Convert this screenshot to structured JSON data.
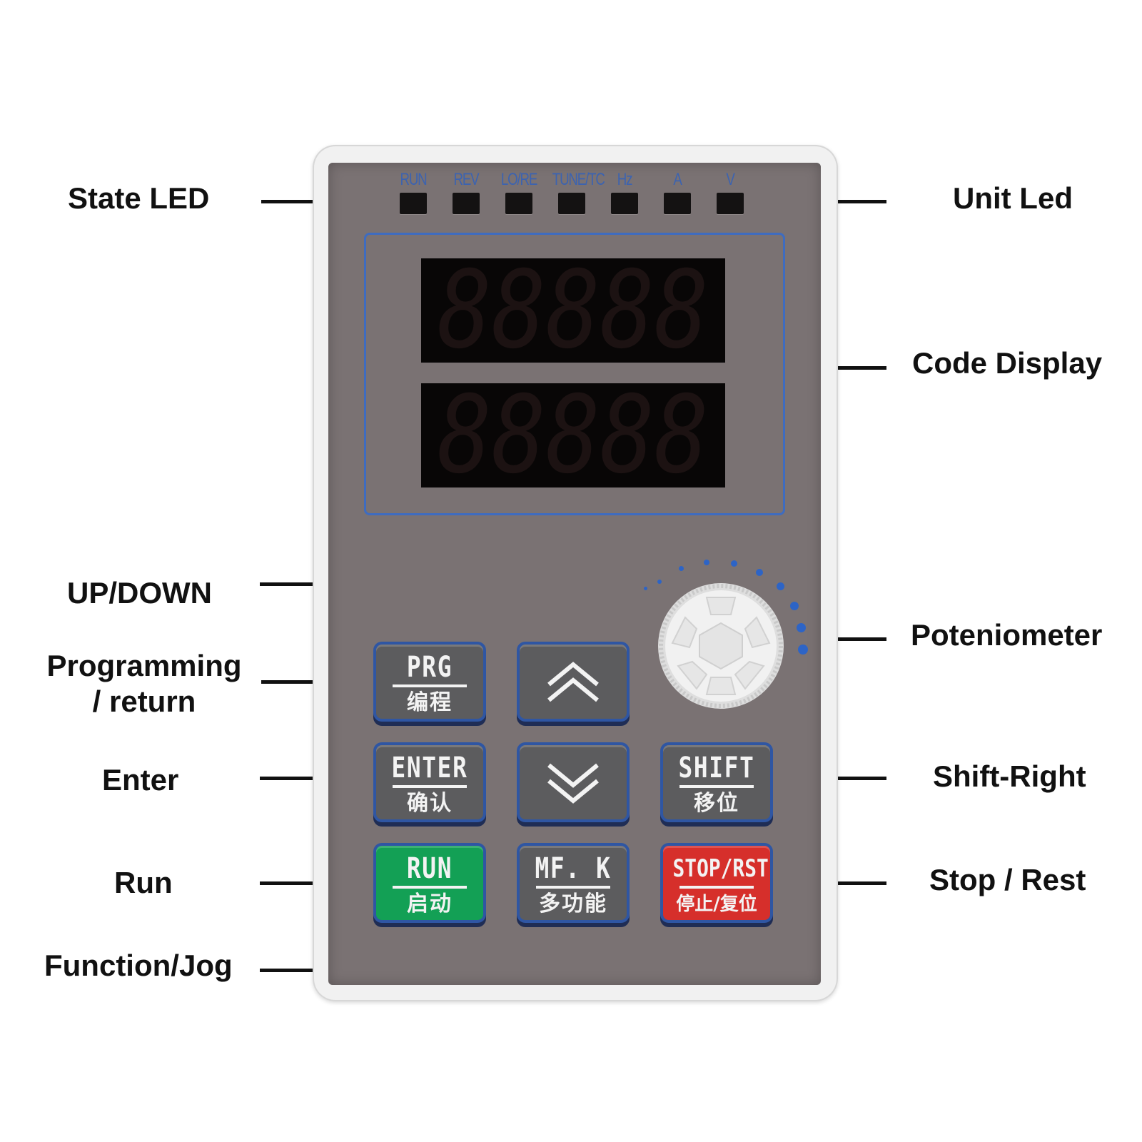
{
  "callouts": {
    "state_led": "State LED",
    "unit_led": "Unit Led",
    "code_display": "Code Display",
    "up_down": "UP/DOWN",
    "potentiometer": "Poteniometer",
    "programming_line1": "Programming",
    "programming_line2": "/ return",
    "enter": "Enter",
    "shift_right": "Shift-Right",
    "run": "Run",
    "stop_rest": "Stop / Rest",
    "function_jog": "Function/Jog"
  },
  "indicators": [
    {
      "label": "RUN"
    },
    {
      "label": "REV"
    },
    {
      "label": "LO/RE"
    },
    {
      "label": "TUNE/TC"
    },
    {
      "label": "Hz"
    },
    {
      "label": "A"
    },
    {
      "label": "V"
    }
  ],
  "display": {
    "line1": "88888",
    "line2": "88888"
  },
  "keys": {
    "prg": {
      "en": "PRG",
      "cn": "编程"
    },
    "enter": {
      "en": "ENTER",
      "cn": "确认"
    },
    "shift": {
      "en": "SHIFT",
      "cn": "移位"
    },
    "run": {
      "en": "RUN",
      "cn": "启动"
    },
    "mfk": {
      "en": "MF. K",
      "cn": "多功能"
    },
    "stop": {
      "en": "STOP/RST",
      "cn": "停止/复位"
    },
    "up_icon": "chevron-up-icon",
    "down_icon": "chevron-down-icon"
  },
  "colors": {
    "faceplate": "#7a7273",
    "accent_blue": "#3e6cc0",
    "run_green": "#13a055",
    "stop_red": "#d62f2b"
  }
}
